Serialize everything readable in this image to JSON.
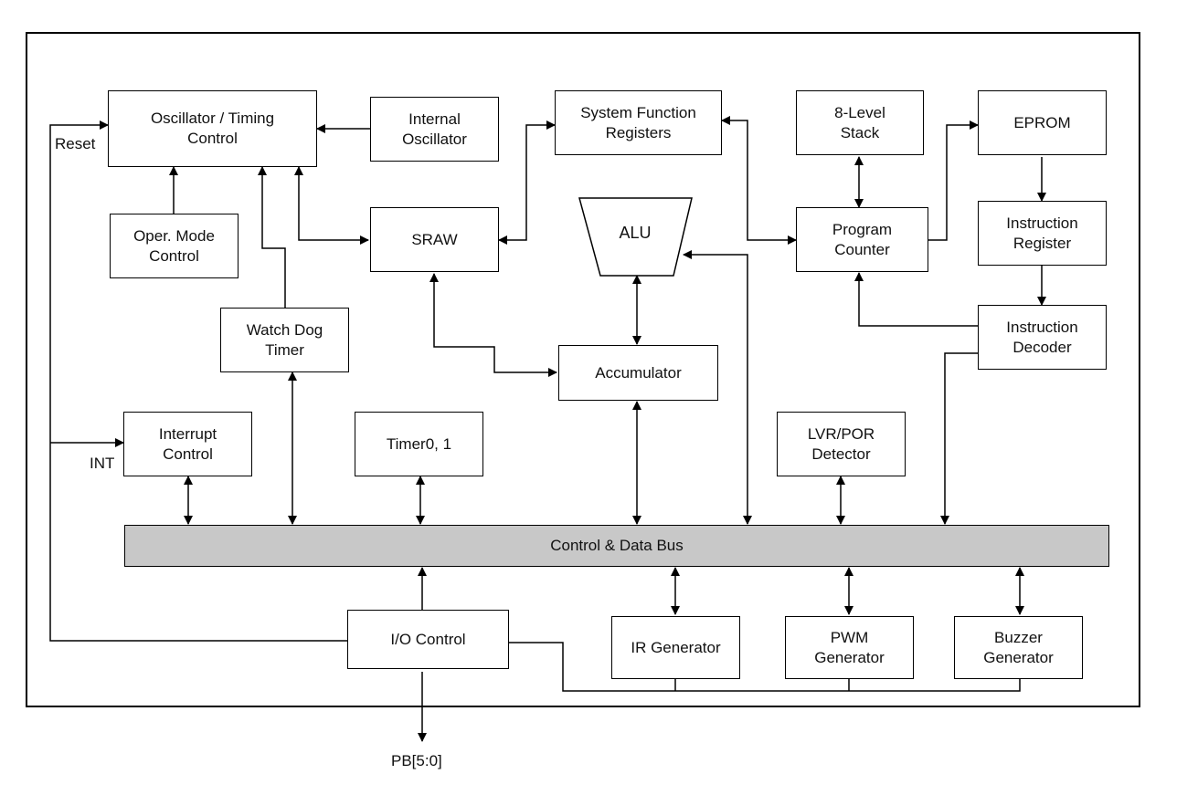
{
  "blocks": {
    "osc_timing": "Oscillator / Timing\nControl",
    "internal_osc": "Internal\nOscillator",
    "sys_func_reg": "System Function\nRegisters",
    "stack": "8-Level\nStack",
    "eprom": "EPROM",
    "oper_mode": "Oper. Mode\nControl",
    "sraw": "SRAW",
    "alu": "ALU",
    "program_counter": "Program\nCounter",
    "instruction_register": "Instruction\nRegister",
    "watchdog": "Watch Dog\nTimer",
    "accumulator": "Accumulator",
    "instruction_decoder": "Instruction\nDecoder",
    "interrupt": "Interrupt\nControl",
    "timer": "Timer0, 1",
    "lvr_por": "LVR/POR\nDetector",
    "bus": "Control & Data Bus",
    "io_control": "I/O Control",
    "ir_gen": "IR Generator",
    "pwm_gen": "PWM\nGenerator",
    "buzzer_gen": "Buzzer\nGenerator"
  },
  "labels": {
    "reset": "Reset",
    "int": "INT",
    "pb": "PB[5:0]"
  }
}
